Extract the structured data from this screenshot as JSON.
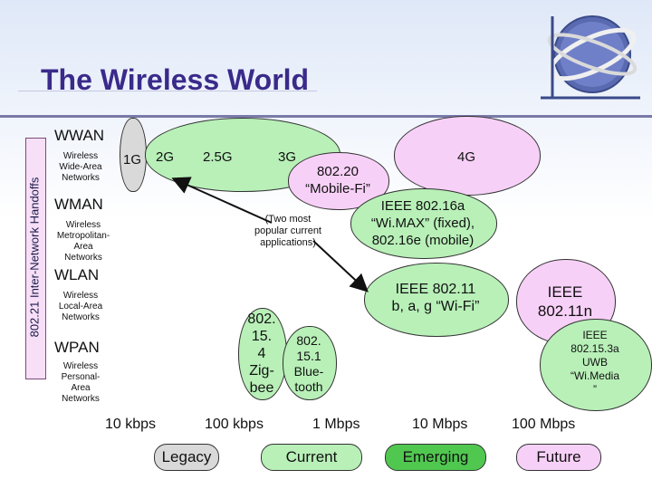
{
  "title": "The Wireless World",
  "side_label": "802.21 Inter-Network Handoffs",
  "categories": [
    {
      "name": "WWAN",
      "desc": [
        "Wireless",
        "Wide-Area",
        "Networks"
      ]
    },
    {
      "name": "WMAN",
      "desc": [
        "Wireless",
        "Metropolitan-",
        "Area",
        "Networks"
      ]
    },
    {
      "name": "WLAN",
      "desc": [
        "Wireless",
        "Local-Area",
        "Networks"
      ]
    },
    {
      "name": "WPAN",
      "desc": [
        "Wireless",
        "Personal-",
        "Area",
        "Networks"
      ]
    }
  ],
  "generations": [
    "1G",
    "2G",
    "2.5G",
    "3G",
    "4G"
  ],
  "wman_standard": [
    "802.20",
    "“Mobile-Fi”"
  ],
  "wimax": [
    "IEEE 802.16a",
    "“Wi.MAX” (fixed),",
    "802.16e (mobile)"
  ],
  "center_note": [
    "(Two most",
    "popular current",
    "applications)"
  ],
  "wifi": [
    "IEEE 802.11",
    "b, a, g “Wi-Fi”"
  ],
  "n_standard": [
    "IEEE",
    "802.11n"
  ],
  "zigbee": [
    "802.",
    "15.",
    "4",
    "Zig-",
    "bee"
  ],
  "bluetooth": [
    "802.",
    "15.1",
    "Blue-",
    "tooth"
  ],
  "uwb": [
    "IEEE",
    "802.15.3a",
    "UWB",
    "“Wi.Media",
    "”"
  ],
  "speeds": [
    "10 kbps",
    "100 kbps",
    "1 Mbps",
    "10 Mbps",
    "100 Mbps"
  ],
  "legend": [
    "Legacy",
    "Current",
    "Emerging",
    "Future"
  ],
  "colors": {
    "title": "#3a2a8a",
    "current_green": "#b8f0b8",
    "future_pink": "#f7d0f7",
    "legacy_gray": "#d9d9d9",
    "emerging_green": "#50c850"
  }
}
